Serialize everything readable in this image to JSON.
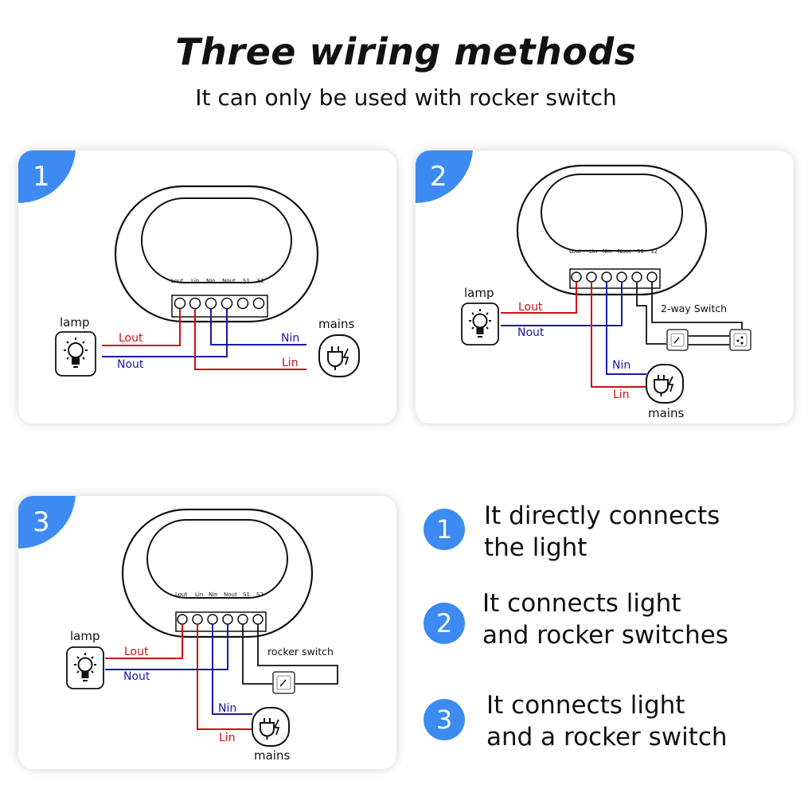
{
  "header": {
    "title": "Three wiring methods",
    "subtitle": "It can only be used with rocker switch"
  },
  "colors": {
    "accent": "#3d8bf2",
    "live": "#cc1111",
    "neutral": "#1a1aa6",
    "wire": "#111111"
  },
  "terminals": [
    "Lout",
    "Lin",
    "Nin",
    "Nout",
    "S1",
    "S2"
  ],
  "diagrams": [
    {
      "number": "1",
      "lamp": "lamp",
      "mains": "mains",
      "wires": {
        "lout": "Lout",
        "nout": "Nout",
        "nin": "Nin",
        "lin": "Lin"
      }
    },
    {
      "number": "2",
      "lamp": "lamp",
      "mains": "mains",
      "switch": "2-way Switch",
      "wires": {
        "lout": "Lout",
        "nout": "Nout",
        "nin": "Nin",
        "lin": "Lin"
      }
    },
    {
      "number": "3",
      "lamp": "lamp",
      "mains": "mains",
      "switch": "rocker switch",
      "wires": {
        "lout": "Lout",
        "nout": "Nout",
        "nin": "Nin",
        "lin": "Lin"
      }
    }
  ],
  "legend": [
    {
      "number": "1",
      "text": "It directly connects\nthe light"
    },
    {
      "number": "2",
      "text": "It connects light\nand rocker switches"
    },
    {
      "number": "3",
      "text": "It connects light\nand a rocker switch"
    }
  ],
  "icons": {
    "lamp": "lightbulb-icon",
    "mains": "plug-icon",
    "switch": "rocker-switch-icon"
  }
}
